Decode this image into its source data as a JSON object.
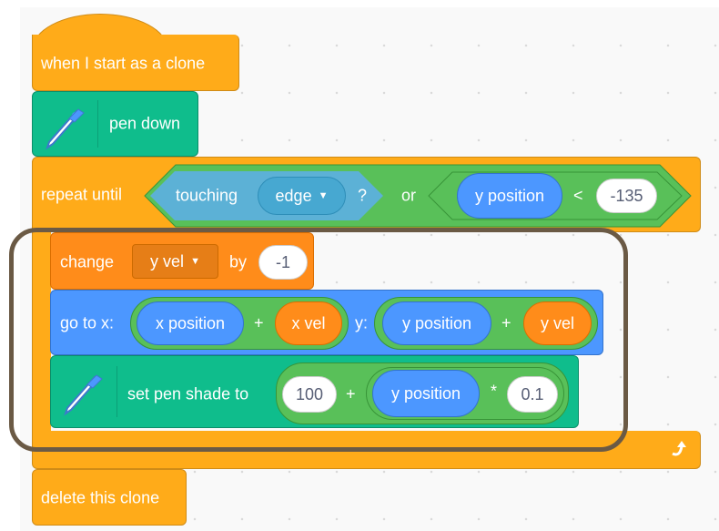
{
  "hat": {
    "label": "when I start as a clone"
  },
  "pen_down": {
    "label": "pen down"
  },
  "repeat": {
    "label": "repeat until",
    "touching": {
      "label": "touching",
      "dropdown": "edge",
      "question": "?"
    },
    "or_label": "or",
    "compare": {
      "left": "y position",
      "operator": "<",
      "right": "-135"
    }
  },
  "change": {
    "label": "change",
    "variable": "y vel",
    "by_label": "by",
    "value": "-1"
  },
  "goto": {
    "label": "go to x:",
    "x_left": "x position",
    "x_op": "+",
    "x_right": "x vel",
    "y_label": "y:",
    "y_left": "y position",
    "y_op": "+",
    "y_right": "y vel"
  },
  "pen_shade": {
    "label": "set pen shade to",
    "a": "100",
    "op1": "+",
    "b": "y position",
    "op2": "*",
    "c": "0.1"
  },
  "delete": {
    "label": "delete this clone"
  },
  "colors": {
    "control": "#FFAB19",
    "pen": "#0FBD8C",
    "motion": "#4C97FF",
    "operators": "#59C059",
    "sensing": "#5CB1D6",
    "variables": "#FF8C1A",
    "highlight": "#6B5A45"
  }
}
